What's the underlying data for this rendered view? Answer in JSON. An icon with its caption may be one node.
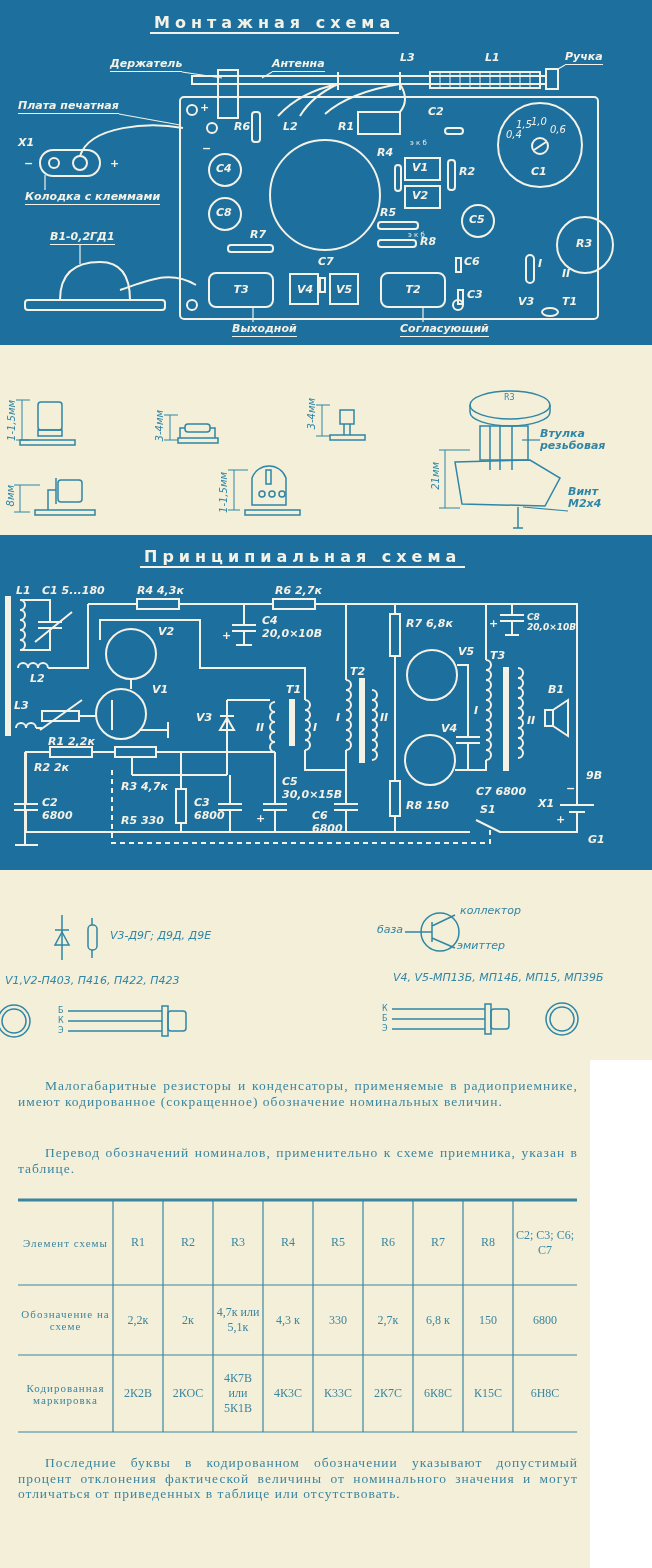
{
  "diagram": {
    "nodes": [
      {
        "text": [
          "Держатель"
        ]
      },
      {
        "text": [
          "Антенна"
        ]
      },
      {
        "text": [
          "Ручка"
        ]
      },
      {
        "text": [
          "Плата печатная"
        ]
      },
      {
        "text": [
          "Колодка с клеммами"
        ]
      },
      {
        "text": [
          "В1-0,2ГД1"
        ]
      },
      {
        "text": [
          "Выходной"
        ]
      },
      {
        "text": [
          "Согласующий"
        ]
      },
      {
        "text": [
          "Втулка резьбовая"
        ]
      },
      {
        "text": [
          "Винт М2х4"
        ]
      },
      {
        "text": [
          "T3"
        ]
      },
      {
        "text": [
          "T2"
        ]
      },
      {
        "text": [],
        "shape": "box"
      },
      {
        "text": [],
        "shape": "picture"
      }
    ],
    "edges": [
      {
        "from": 0,
        "to": null,
        "arrow": "none"
      },
      {
        "from": 1,
        "to": null,
        "arrow": "none"
      },
      {
        "from": 2,
        "to": 12,
        "arrow": "none"
      },
      {
        "from": 3,
        "to": null,
        "arrow": "none"
      },
      {
        "from": 4,
        "to": null,
        "arrow": "none"
      },
      {
        "from": 5,
        "to": null,
        "arrow": "none"
      },
      {
        "from": 6,
        "to": 10,
        "arrow": "none"
      },
      {
        "from": 7,
        "to": 11,
        "arrow": "none"
      },
      {
        "from": 8,
        "to": null,
        "arrow": "none",
        "color": "#2f86a6"
      },
      {
        "from": 9,
        "to": 13,
        "arrow": "none",
        "color": "#2f86a6"
      }
    ],
    "labels": [
      "Монтажная схема",
      "L3",
      "L1",
      "+",
      "C2",
      "R6",
      "L2",
      "R1",
      "0,4",
      "1,5",
      "1,0",
      "0,6",
      "X1",
      "−",
      "R4",
      "э к б",
      "−",
      "+",
      "C4",
      "V1",
      "R2",
      "C1",
      "V2",
      "C8",
      "R5",
      "C5",
      "R7",
      "э к б",
      "R8",
      "R3",
      "C7",
      "C6",
      "I",
      "II",
      "V4",
      "V5",
      "C3",
      "V3",
      "T1",
      "1-1,5мм",
      "3-4мм",
      "3-4мм",
      "R3",
      "8мм",
      "1-1,5мм",
      "21мм",
      "Принципиальная схема",
      "L1",
      "C1 5...180",
      "R4 4,3к",
      "R6 2,7к",
      "V2",
      "+",
      "C4 20,0×10В",
      "R7 6,8к",
      "+",
      "C8 20,0×10В",
      "V5",
      "T3",
      "L2",
      "T2",
      "V1",
      "T1",
      "B1",
      "L3",
      "V3",
      "II",
      "I",
      "I",
      "II",
      "V4",
      "I",
      "II",
      "R1 2,2к",
      "R2 2к",
      "R3 4,7к",
      "C5 30,0×15В",
      "C7 6800",
      "−",
      "9В",
      "C2 6800",
      "R5 330",
      "C3 6800",
      "+",
      "C6 6800",
      "R8 150",
      "S1",
      "X1",
      "+",
      "G1",
      "V3-Д9Г; Д9Д, Д9Е",
      "коллектор",
      "база",
      "эмиттер",
      "V1,V2-П403, П416, П422, П423",
      "Б",
      "К",
      "Э",
      "V4, V5-МП13Б, МП14Б, МП15, МП39Б",
      "К",
      "Б",
      "Э",
      "Малогабаритные резисторы и конденсаторы, применяемые в радиоприемнике, имеют кодированное (сокращенное) обозначение номинальных величин.",
      "Перевод обозначений номиналов, применительно к схеме приемника, указан в таблице.",
      "Элемент схемы",
      "R1",
      "R2",
      "R3",
      "R4",
      "R5",
      "R6",
      "R7",
      "R8",
      "C2; C3; C6; C7",
      "Обозначение на схеме",
      "2,2к",
      "2к",
      "4,7к или 5,1к",
      "4,3 к",
      "330",
      "2,7к",
      "6,8 к",
      "150",
      "6800",
      "Кодированная маркировка",
      "2К2В",
      "2КОС",
      "4К7В или 5К1В",
      "4К3С",
      "К33С",
      "2К7С",
      "6К8С",
      "К15С",
      "6Н8С",
      "Последние буквы в кодированном обозначении указывают допустимый процент отклонения фактической величины от номинального значения и могут отличаться от приведенных в таблице или отсутствовать."
    ]
  }
}
